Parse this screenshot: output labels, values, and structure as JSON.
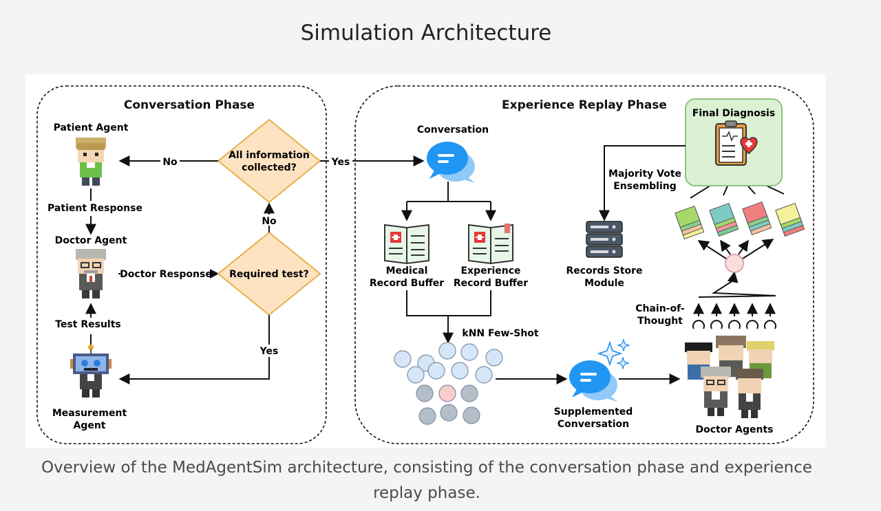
{
  "page": {
    "title": "Simulation Architecture",
    "caption": "Overview of the MedAgentSim architecture, consisting of the conversation phase and experience replay phase."
  },
  "diagram": {
    "conversation_phase": {
      "title": "Conversation Phase",
      "patient_agent": "Patient Agent",
      "doctor_agent": "Doctor Agent",
      "measurement_agent_line1": "Measurement",
      "measurement_agent_line2": "Agent",
      "decision_info_line1": "All information",
      "decision_info_line2": "collected?",
      "decision_test": "Required test?",
      "label_no_left": "No",
      "label_no_up": "No",
      "label_yes_down": "Yes",
      "label_yes_right": "Yes",
      "patient_response": "Patient Response",
      "doctor_response": "Doctor Response",
      "test_results": "Test Results"
    },
    "replay_phase": {
      "title": "Experience Replay Phase",
      "conversation": "Conversation",
      "medical_buffer_line1": "Medical",
      "medical_buffer_line2": "Record Buffer",
      "experience_buffer_line1": "Experience",
      "experience_buffer_line2": "Record Buffer",
      "knn": "kNN Few-Shot",
      "supplemented_line1": "Supplemented",
      "supplemented_line2": "Conversation",
      "doctor_agents": "Doctor Agents",
      "cot_line1": "Chain-of-",
      "cot_line2": "Thought",
      "majority_line1": "Majority Vote",
      "majority_line2": "Ensembling",
      "records_store_line1": "Records Store",
      "records_store_line2": "Module",
      "final_diagnosis": "Final Diagnosis"
    }
  },
  "colors": {
    "diamond_fill": "#fde3c2",
    "diamond_stroke": "#e6b04a",
    "chat_blue": "#2196f3",
    "final_fill": "#dcf0d4",
    "final_stroke": "#8bc47a",
    "node_blue": "#d4e6f8",
    "node_grey": "#b4bec8",
    "node_pink": "#f9cccc"
  },
  "icons": [
    "patient-agent-sprite",
    "doctor-agent-sprite",
    "robot-sprite",
    "chat-bubble-icon",
    "medical-book-icon",
    "server-icon",
    "clipboard-heart-icon",
    "sparkle-icon",
    "doctor-group-sprite"
  ]
}
